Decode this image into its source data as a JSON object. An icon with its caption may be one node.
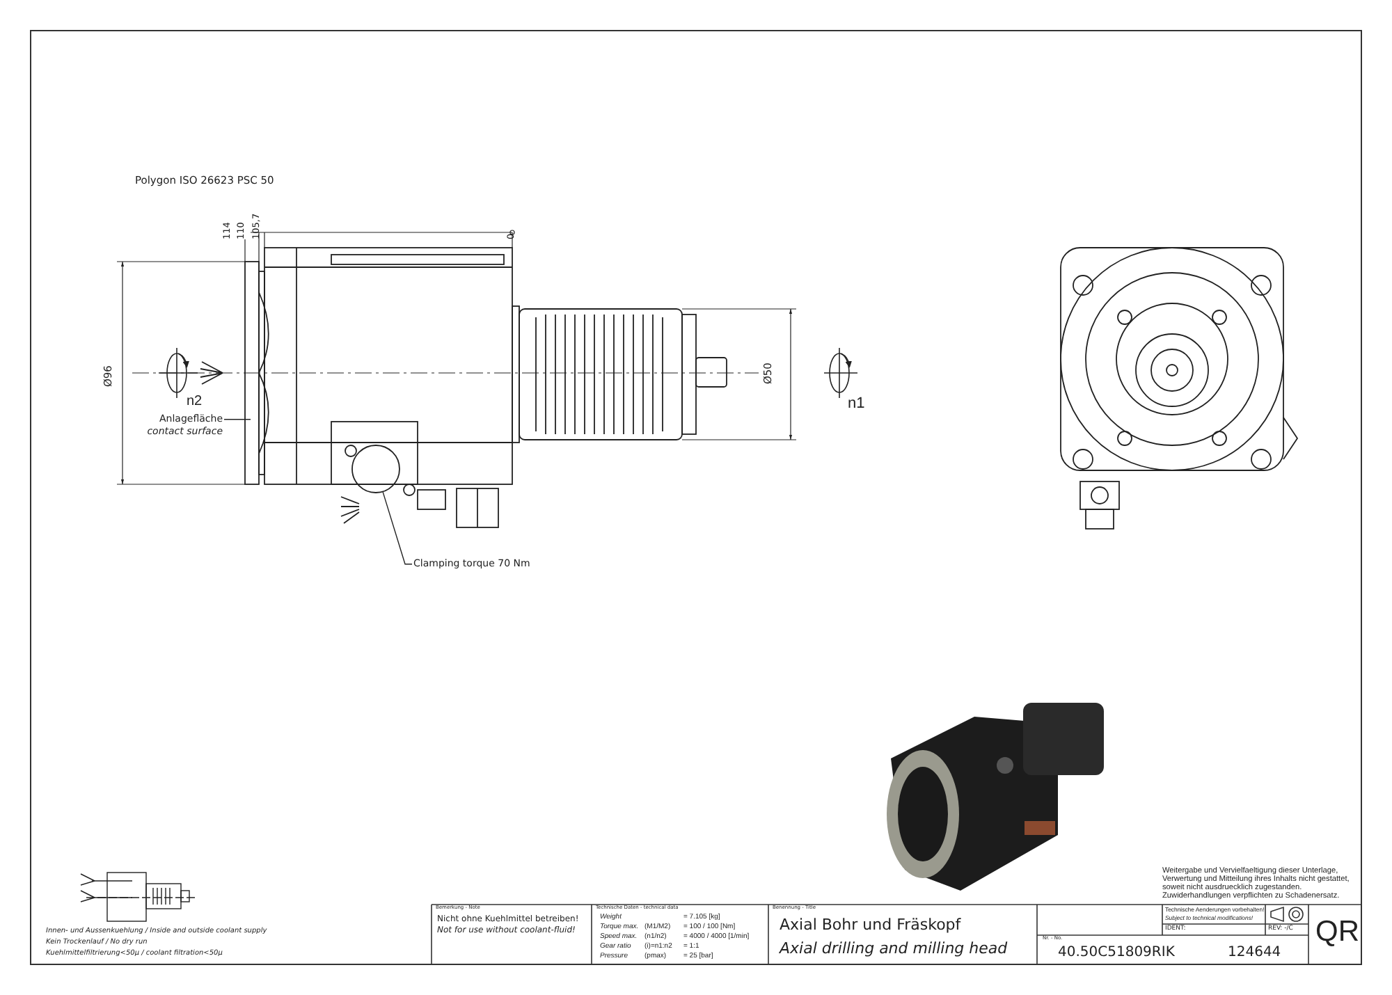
{
  "diagram": {
    "nodes": [
      {
        "text": [
          "Anlagefläche",
          "contact surface"
        ]
      },
      {
        "text": [
          "Clamping torque 70 Nm"
        ]
      },
      {
        "text": [],
        "shape": "bar"
      },
      {
        "text": [],
        "shape": "circle"
      }
    ],
    "edges": [
      {
        "from": 0,
        "to": 2,
        "arrow": "none"
      },
      {
        "from": 1,
        "to": 3,
        "arrow": "none"
      }
    ],
    "labels": [
      "Polygon ISO 26623 PSC 50",
      "114",
      "110",
      "105,7",
      "0",
      "Ø96",
      "n2",
      "Ø50",
      "n1",
      "Innen- und Aussenkuehlung / Inside and outside coolant supply",
      "Kein Trockenlauf / No dry run",
      "Kuehlmittelfiltrierung<50µ / coolant filtration<50µ",
      "Weitergabe und Vervielfaeltigung dieser Unterlage, Verwertung und Mitteilung ihres Inhalts nicht gestattet, soweit nicht ausdruecklich zugestanden. Zuwiderhandlungen verpflichten zu Schadenersatz.",
      "Bemerkung - Note",
      "Nicht ohne Kuehlmittel betreiben!",
      "Not for use without coolant-fluid!",
      "Technische Daten - technical data",
      "Weight",
      "= 7.105 [kg]",
      "Torque max.",
      "(M1/M2)",
      "= 100 / 100 [Nm]",
      "Speed max.",
      "(n1/n2)",
      "= 4000 / 4000 [1/min]",
      "Gear ratio",
      "(i)=n1:n2",
      "= 1:1",
      "Pressure",
      "(pmax)",
      "= 25 [bar]",
      "Benennung - Title",
      "Axial Bohr und Fräskopf",
      "Axial drilling and milling head",
      "Technische Aenderungen vorbehalten!",
      "Subject to technical modifications!",
      "IDENT:",
      "REV: -/C",
      "Nr. - No.",
      "40.50C51809RIK",
      "124644",
      "QR"
    ]
  }
}
